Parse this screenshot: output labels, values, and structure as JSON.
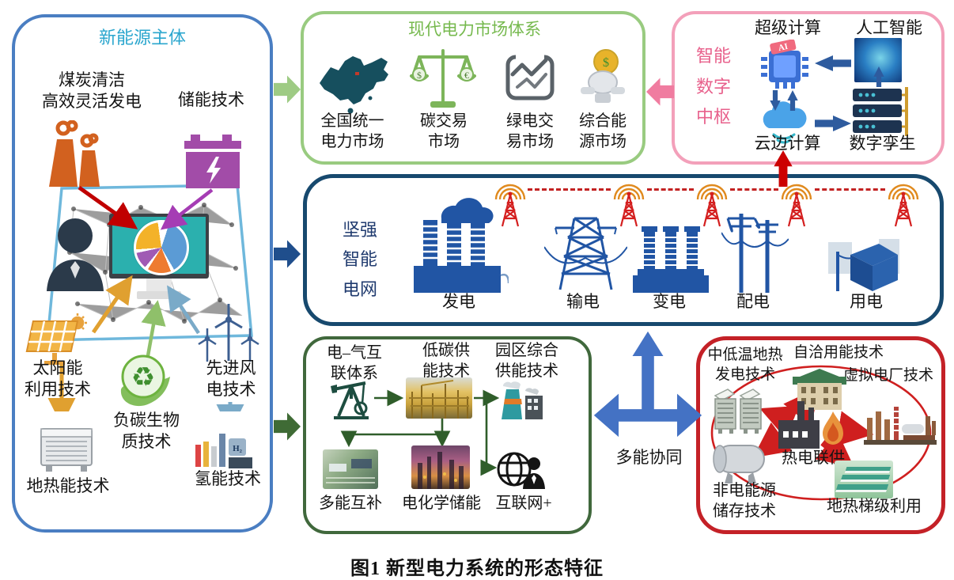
{
  "caption": "图1  新型电力系统的形态特征",
  "colors": {
    "left_border": "#4a7ec2",
    "left_title": "#2aa6ce",
    "market_border": "#99cb80",
    "market_title": "#76b94e",
    "digital_border": "#f3a0ba",
    "digital_title": "#e8618c",
    "grid_border": "#17496e",
    "grid_title": "#1f3a6e",
    "multi_border": "#40683c",
    "self_border": "#c42127",
    "synergy_arrow": "#4472c4",
    "radio_red": "#d41f1f",
    "wave_orange": "#e08a1e",
    "pie_blue": "#5b9bd5",
    "pie_orange": "#ee7b30",
    "pie_purple": "#a05ab4",
    "pie_yellow": "#f3b229",
    "screen_teal": "#2bb0ae"
  },
  "left_box": {
    "title": "新能源主体",
    "coal": "煤炭清洁\n高效灵活发电",
    "storage": "储能技术",
    "solar": "太阳能\n利用技术",
    "bio": "负碳生物\n质技术",
    "wind": "先进风\n电技术",
    "geothermal": "地热能技术",
    "hydrogen": "氢能技术",
    "h2_tag": "H₂"
  },
  "market_box": {
    "title": "现代电力市场体系",
    "dollar": "$",
    "euro": "€",
    "items": [
      {
        "label": "全国统一\n电力市场",
        "icon": "china-map"
      },
      {
        "label": "碳交易\n市场",
        "icon": "balance-scale"
      },
      {
        "label": "绿电交\n易市场",
        "icon": "trade-chart"
      },
      {
        "label": "综合能\n源市场",
        "icon": "globe-robot"
      }
    ]
  },
  "digital_box": {
    "title": "智能\n数字\n中枢",
    "supercomputing": "超级计算",
    "ai": "人工智能",
    "cloud": "云边计算",
    "twin": "数字孪生",
    "chip_tag": "AI"
  },
  "grid_box": {
    "title": "坚强\n智能\n电网",
    "stages": [
      "发电",
      "输电",
      "变电",
      "配电",
      "用电"
    ]
  },
  "multi_box": {
    "elec_gas": "电–气互\n联体系",
    "low_carbon": "低碳供\n能技术",
    "park": "园区综合\n供能技术",
    "complement": "多能互补",
    "electrochem": "电化学储能",
    "internet": "互联网+"
  },
  "self_box": {
    "geo_power": "中低温地热\n发电技术",
    "self_use": "自洽用能技术",
    "vpp": "虚拟电厂技术",
    "chp": "热电联供",
    "non_elec": "非电能源\n储存技术",
    "cascade": "地热梯级利用"
  },
  "synergy": "多能协同"
}
